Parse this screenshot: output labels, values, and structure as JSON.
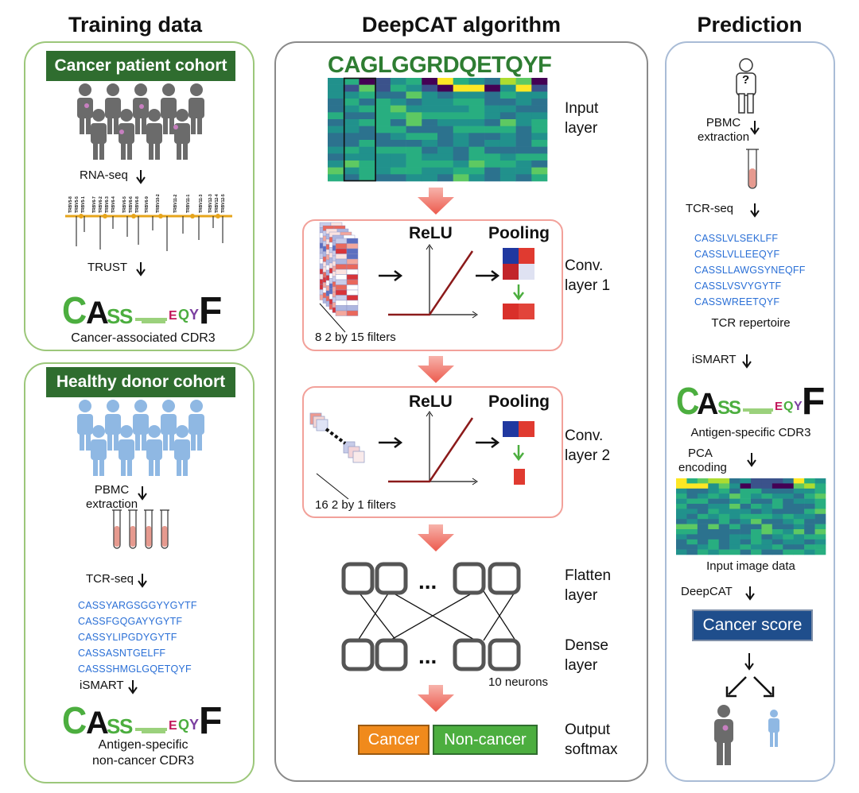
{
  "titles": {
    "training": "Training data",
    "algorithm": "DeepCAT algorithm",
    "prediction": "Prediction"
  },
  "training": {
    "cancer_banner": "Cancer patient cohort",
    "rnaseq": "RNA-seq",
    "trust": "TRUST",
    "cancer_caption": "Cancer-associated CDR3",
    "healthy_banner": "Healthy donor cohort",
    "pbmc_line1": "PBMC",
    "pbmc_line2": "extraction",
    "tcrseq": "TCR-seq",
    "sequences": [
      "CASSYARGSGGYYGYTF",
      "CASSFGQGAYYGYTF",
      "CASSYLIPGDYGYTF",
      "CASSASNTGELFF",
      "CASSSHMGLGQETQYF"
    ],
    "ismart": "iSMART",
    "healthy_caption_line1": "Antigen-specific",
    "healthy_caption_line2": "non-cancer CDR3",
    "gene_labels": [
      "TRBV5-8",
      "TRBV5-5",
      "TRBV5-1",
      "TRBV6-7",
      "TRBV6-2",
      "TRBV6-3",
      "TRBV6-4",
      "TRBV6-5",
      "TRBV6-6",
      "TRBV6-8",
      "TRBV6-9",
      "TRBV10-2",
      "TRBV11-2",
      "TRBV11-1",
      "TRBV11-3",
      "TRBV12-3",
      "TRBV12-4",
      "TRBV12-5"
    ]
  },
  "algorithm": {
    "sequence": "CAGLGGRDQETQYF",
    "input_layer_line1": "Input",
    "input_layer_line2": "layer",
    "relu": "ReLU",
    "pooling": "Pooling",
    "conv1_line1": "Conv.",
    "conv1_line2": "layer 1",
    "filters1": "8 2 by 15 filters",
    "conv2_line1": "Conv.",
    "conv2_line2": "layer 2",
    "filters2": "16 2 by 1 filters",
    "ellipsis": "...",
    "flatten_line1": "Flatten",
    "flatten_line2": "layer",
    "dense_line1": "Dense",
    "dense_line2": "layer",
    "neurons": "10 neurons",
    "cancer": "Cancer",
    "noncancer": "Non-cancer",
    "output_line1": "Output",
    "output_line2": "softmax"
  },
  "prediction": {
    "question": "?",
    "pbmc_line1": "PBMC",
    "pbmc_line2": "extraction",
    "tcrseq": "TCR-seq",
    "sequences": [
      "CASSLVLSEKLFF",
      "CASSLVLLEEQYF",
      "CASSLLAWGSYNEQFF",
      "CASSLVSVYGYTF",
      "CASSWREETQYF"
    ],
    "repertoire": "TCR repertoire",
    "ismart": "iSMART",
    "antigen_caption": "Antigen-specific CDR3",
    "pca_line1": "PCA",
    "pca_line2": "encoding",
    "input_image": "Input image data",
    "deepcat": "DeepCAT",
    "score": "Cancer score"
  },
  "colors": {
    "green_banner": "#2f6d2f",
    "cancer_orange": "#f08a1c",
    "noncancer_green": "#4cae3f",
    "score_blue": "#1f4e8c",
    "seq_blue": "#2a6fd6",
    "arrow_red": "#ec6b5f"
  }
}
